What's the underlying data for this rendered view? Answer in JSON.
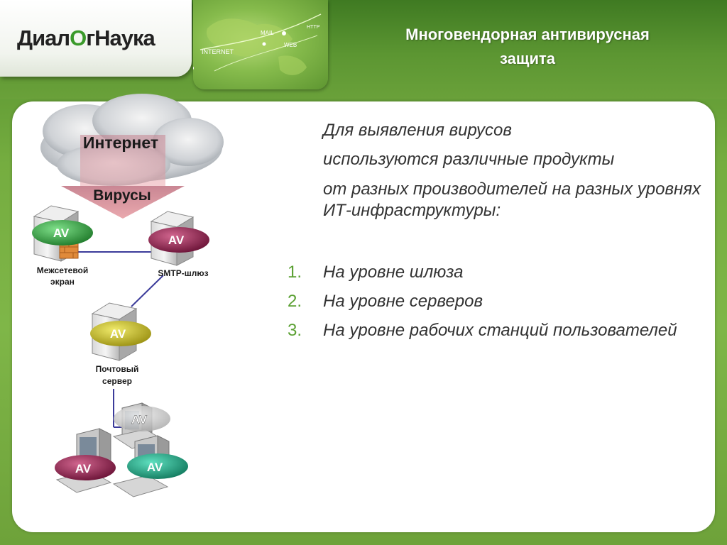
{
  "header": {
    "logo_text_1": "Диал",
    "logo_text_2": "О",
    "logo_text_3": "гНаука",
    "map_labels": [
      "MAIL",
      "HTTP",
      "WEB",
      "INTERNET"
    ],
    "title_line_1": "Многовендорная антивирусная",
    "title_line_2": "защита"
  },
  "diagram": {
    "cloud_label": "Интернет",
    "arrow_label": "Вирусы",
    "firewall": {
      "badge": "AV",
      "caption_1": "Межсетевой",
      "caption_2": "экран"
    },
    "smtp": {
      "badge": "AV",
      "caption": "SMTP-шлюз"
    },
    "mail": {
      "badge": "AV",
      "caption_1": "Почтовый",
      "caption_2": "сервер"
    },
    "workstations": [
      {
        "badge": "AV"
      },
      {
        "badge": "AV"
      },
      {
        "badge": "AV"
      }
    ],
    "colors": {
      "green_badge": "#2f9a3a",
      "maroon_badge": "#8a1f4a",
      "yellow_badge": "#b9b020",
      "teal_badge": "#1f9a78",
      "link_line": "#3b3b9a"
    }
  },
  "body": {
    "para_line_1": "Для выявления вирусов",
    "para_line_2": "используются различные продукты",
    "para_line_3": "от разных производителей на разных уровнях ИТ-инфраструктуры:",
    "list": [
      {
        "num": "1.",
        "text": "На уровне шлюза"
      },
      {
        "num": "2.",
        "text": "На уровне серверов"
      },
      {
        "num": "3.",
        "text": "На уровне рабочих станций пользователей"
      }
    ]
  }
}
